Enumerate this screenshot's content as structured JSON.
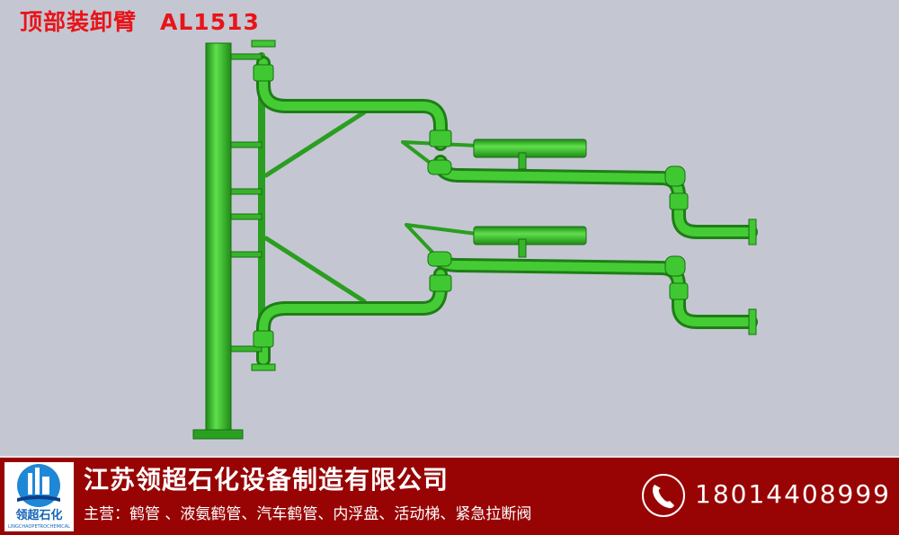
{
  "title": {
    "product": "顶部装卸臂",
    "model": "AL1513"
  },
  "footer": {
    "logo": {
      "cn": "领超石化",
      "en": "LINGCHAOPETROCHEMICAL"
    },
    "company": "江苏领超石化设备制造有限公司",
    "business": "主营：鹤管 、液氨鹤管、汽车鹤管、内浮盘、活动梯、紧急拉断阀",
    "phone": "18014408999",
    "phone_icon": "phone-icon"
  },
  "colors": {
    "background": "#c4c7d1",
    "footer": "#980404",
    "title": "#e8141a",
    "equipment": "#35c02a"
  }
}
